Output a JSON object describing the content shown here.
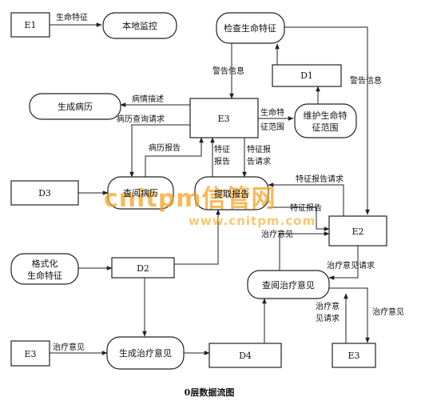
{
  "nodes": {
    "e1": "E1",
    "local_monitor": "本地监控",
    "check_vitals": "检查生命特征",
    "d1": "D1",
    "gen_record": "生成病历",
    "e3_center": "E3",
    "maintain_range_l1": "维护生命特",
    "maintain_range_l2": "征范围",
    "d3": "D3",
    "query_record": "查阅病历",
    "fetch_report": "提取报告",
    "e2": "E2",
    "format_vitals_l1": "格式化",
    "format_vitals_l2": "生命特征",
    "d2": "D2",
    "query_opinion": "查阅治疗意见",
    "e3_left": "E3",
    "gen_opinion": "生成治疗意见",
    "d4": "D4",
    "e3_bottom": "E3"
  },
  "edges": {
    "vitals": "生命特征",
    "alert_left": "警告信息",
    "alert_right": "警告信息",
    "desc": "病情描述",
    "record_request": "病历查询请求",
    "range_l1": "生命特",
    "range_l2": "征范围",
    "record_report": "病历报告",
    "feat_report_a_l1": "特征",
    "feat_report_a_l2": "报告",
    "feat_request_a_l1": "特征报",
    "feat_request_a_l2": "告请求",
    "feat_request_b": "特征报告请求",
    "feat_report_b": "特征报告",
    "opinion_e2": "治疗意见",
    "opinion_request_e2": "治疗意见请求",
    "opinion_request_e3_l1": "治疗意",
    "opinion_request_e3_l2": "见请求",
    "opinion_e3": "治疗意见",
    "opinion_in": "治疗意见"
  },
  "watermark": {
    "main": "cnitpm信管网",
    "url": "www.cnitpm.com"
  },
  "caption": "0层数据流图",
  "colors": {
    "stroke": "#222222",
    "watermark": "#f4a11f",
    "watermark_url": "#f7b94f",
    "text": "#111111"
  }
}
